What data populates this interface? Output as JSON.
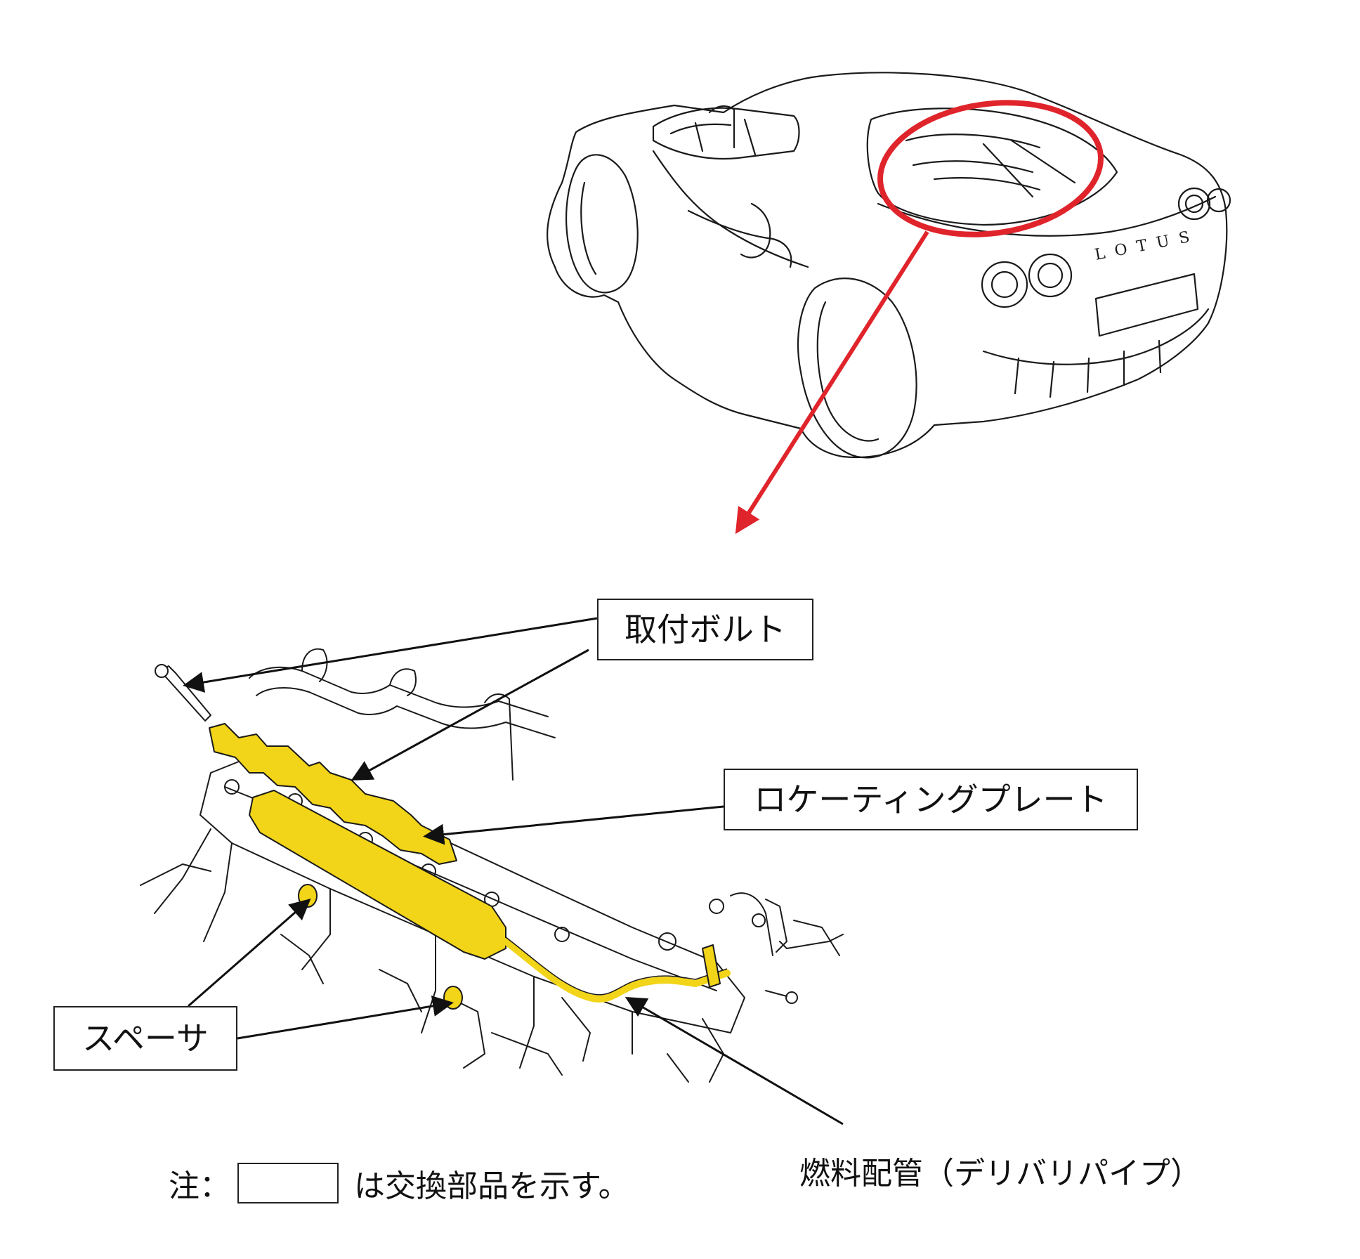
{
  "callouts": {
    "bolt": "取付ボルト",
    "locating_plate": "ロケーティングプレート",
    "spacer": "スペーサ",
    "fuel_pipe": "燃料配管（デリバリパイプ）"
  },
  "car_badge": "LOTUS",
  "note": {
    "prefix": "注：",
    "suffix": "は交換部品を示す。"
  },
  "colors": {
    "highlight_circle": "#e0242b",
    "replacement_parts": "#f2d418",
    "line_art": "#1a1a1a"
  }
}
